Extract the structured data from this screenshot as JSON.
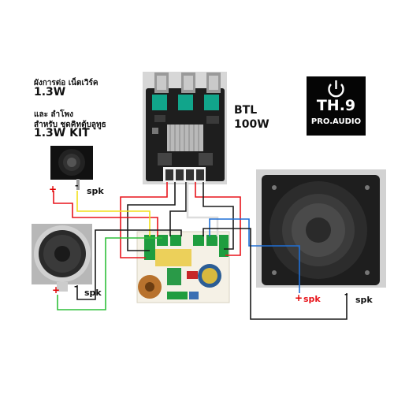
{
  "texts": {
    "title_line1": "ผังการต่อ เน็ตเวิร์ค",
    "title_line2": "1.3W",
    "title_line3": "และ ลำโพง",
    "title_line4": "สำหรับ ชุดคิทตู้บลูทูธ",
    "title_line5": "1.3W KIT",
    "amp_btl": "BTL",
    "amp_power": "100W",
    "spk_tweeter": "spk",
    "spk_mid": "spk",
    "spk_woofer_plus": "spk",
    "spk_woofer_minus": "spk",
    "plus_sign": "+",
    "minus_sign": "-"
  },
  "logo": {
    "brand": "TH.9",
    "sub": "PRO.AUDIO",
    "icon": "power-icon"
  },
  "colors": {
    "wire_red": "#e8141b",
    "wire_black": "#1a1a1a",
    "wire_yellow": "#f2e01a",
    "wire_green": "#2fbf3a",
    "wire_blue": "#1f6fd6",
    "wire_white": "#dddddd",
    "pcb_board": "#2a2a2a",
    "crossover_board": "#f4f0e6"
  }
}
